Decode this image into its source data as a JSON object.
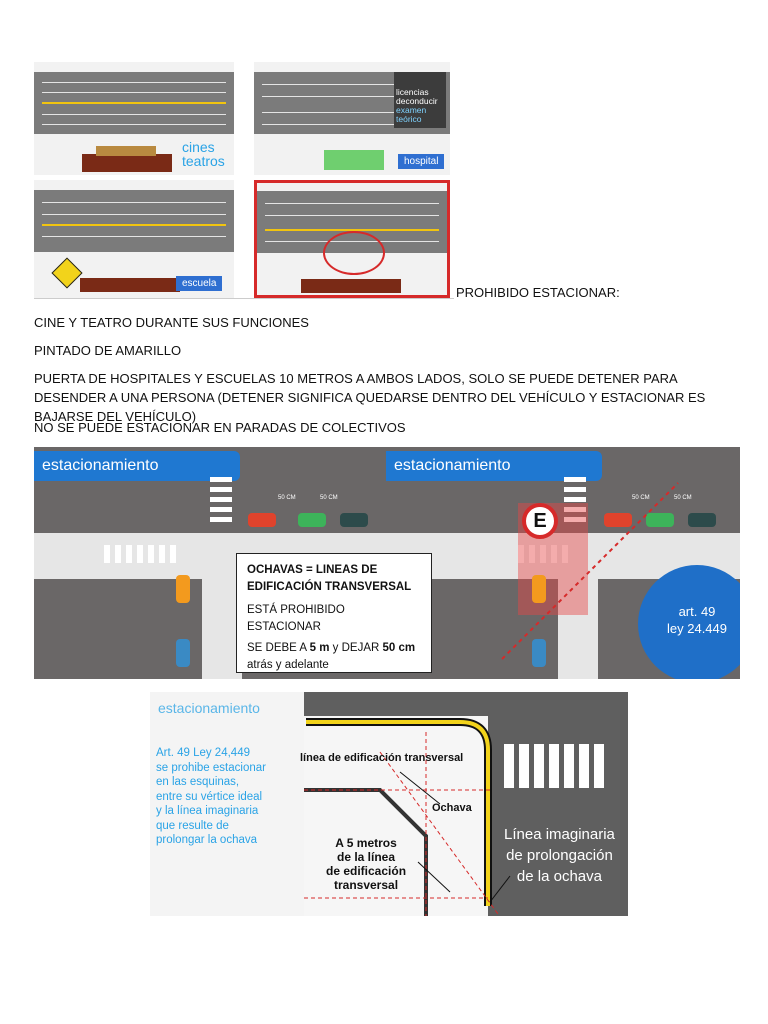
{
  "collage": {
    "cines_label_1": "cines",
    "cines_label_2": "teatros",
    "licencias_1": "licencias",
    "licencias_2": "deconducir",
    "examen_1": "examen",
    "examen_2": "teórico",
    "hospital_label": "hospital",
    "escuela_label": "escuela"
  },
  "heading_inline": "PROHIBIDO  ESTACIONAR:",
  "lines": [
    "CINE Y TEATRO DURANTE SUS FUNCIONES",
    "PINTADO DE AMARILLO",
    "PUERTA DE HOSPITALES Y ESCUELAS 10 METROS A AMBOS LADOS, SOLO SE PUEDE DETENER PARA DESENDER A UNA PERSONA (DETENER SIGNIFICA QUEDARSE DENTRO DEL VEHÍCULO Y ESTACIONAR ES BAJARSE DEL VEHÍCULO)",
    "NO SE PUEDE ESTACIONAR EN PARADAS DE COLECTIVOS"
  ],
  "parking": {
    "banner_left": "estacionamiento",
    "banner_right": "estacionamiento",
    "cm_labels": [
      "50 CM",
      "50 CM",
      "50 CM",
      "50 CM"
    ],
    "sign_letter": "E",
    "info_title_1": "OCHAVAS = LINEAS DE",
    "info_title_2": "EDIFICACIÓN TRANSVERSAL",
    "info_line_1": "ESTÁ PROHIBIDO ESTACIONAR",
    "info_line_2_pre": "SE DEBE A ",
    "info_line_2_b1": "5 m",
    "info_line_2_mid": " y DEJAR ",
    "info_line_2_b2": "50 cm",
    "info_line_3": "atrás y adelante",
    "circle_1": "art. 49",
    "circle_2": "ley 24.449"
  },
  "ochava": {
    "header": "estacionamiento",
    "left_text": [
      "Art. 49 Ley 24,449",
      "se prohibe estacionar",
      "en las esquinas,",
      "entre su vértice ideal",
      "y la línea imaginaria",
      "que resulte de",
      "prolongar la ochava"
    ],
    "linea_label": "línea de edificación transversal",
    "ochava_label": "Ochava",
    "a5_label": [
      "A 5 metros",
      "de la línea",
      "de edificación",
      "transversal"
    ],
    "imaginaria_label": [
      "Línea imaginaria",
      "de prolongación",
      "de la ochava"
    ]
  },
  "colors": {
    "blue": "#1f78d1",
    "yellow": "#f2d31b",
    "red": "#d62a2a"
  }
}
